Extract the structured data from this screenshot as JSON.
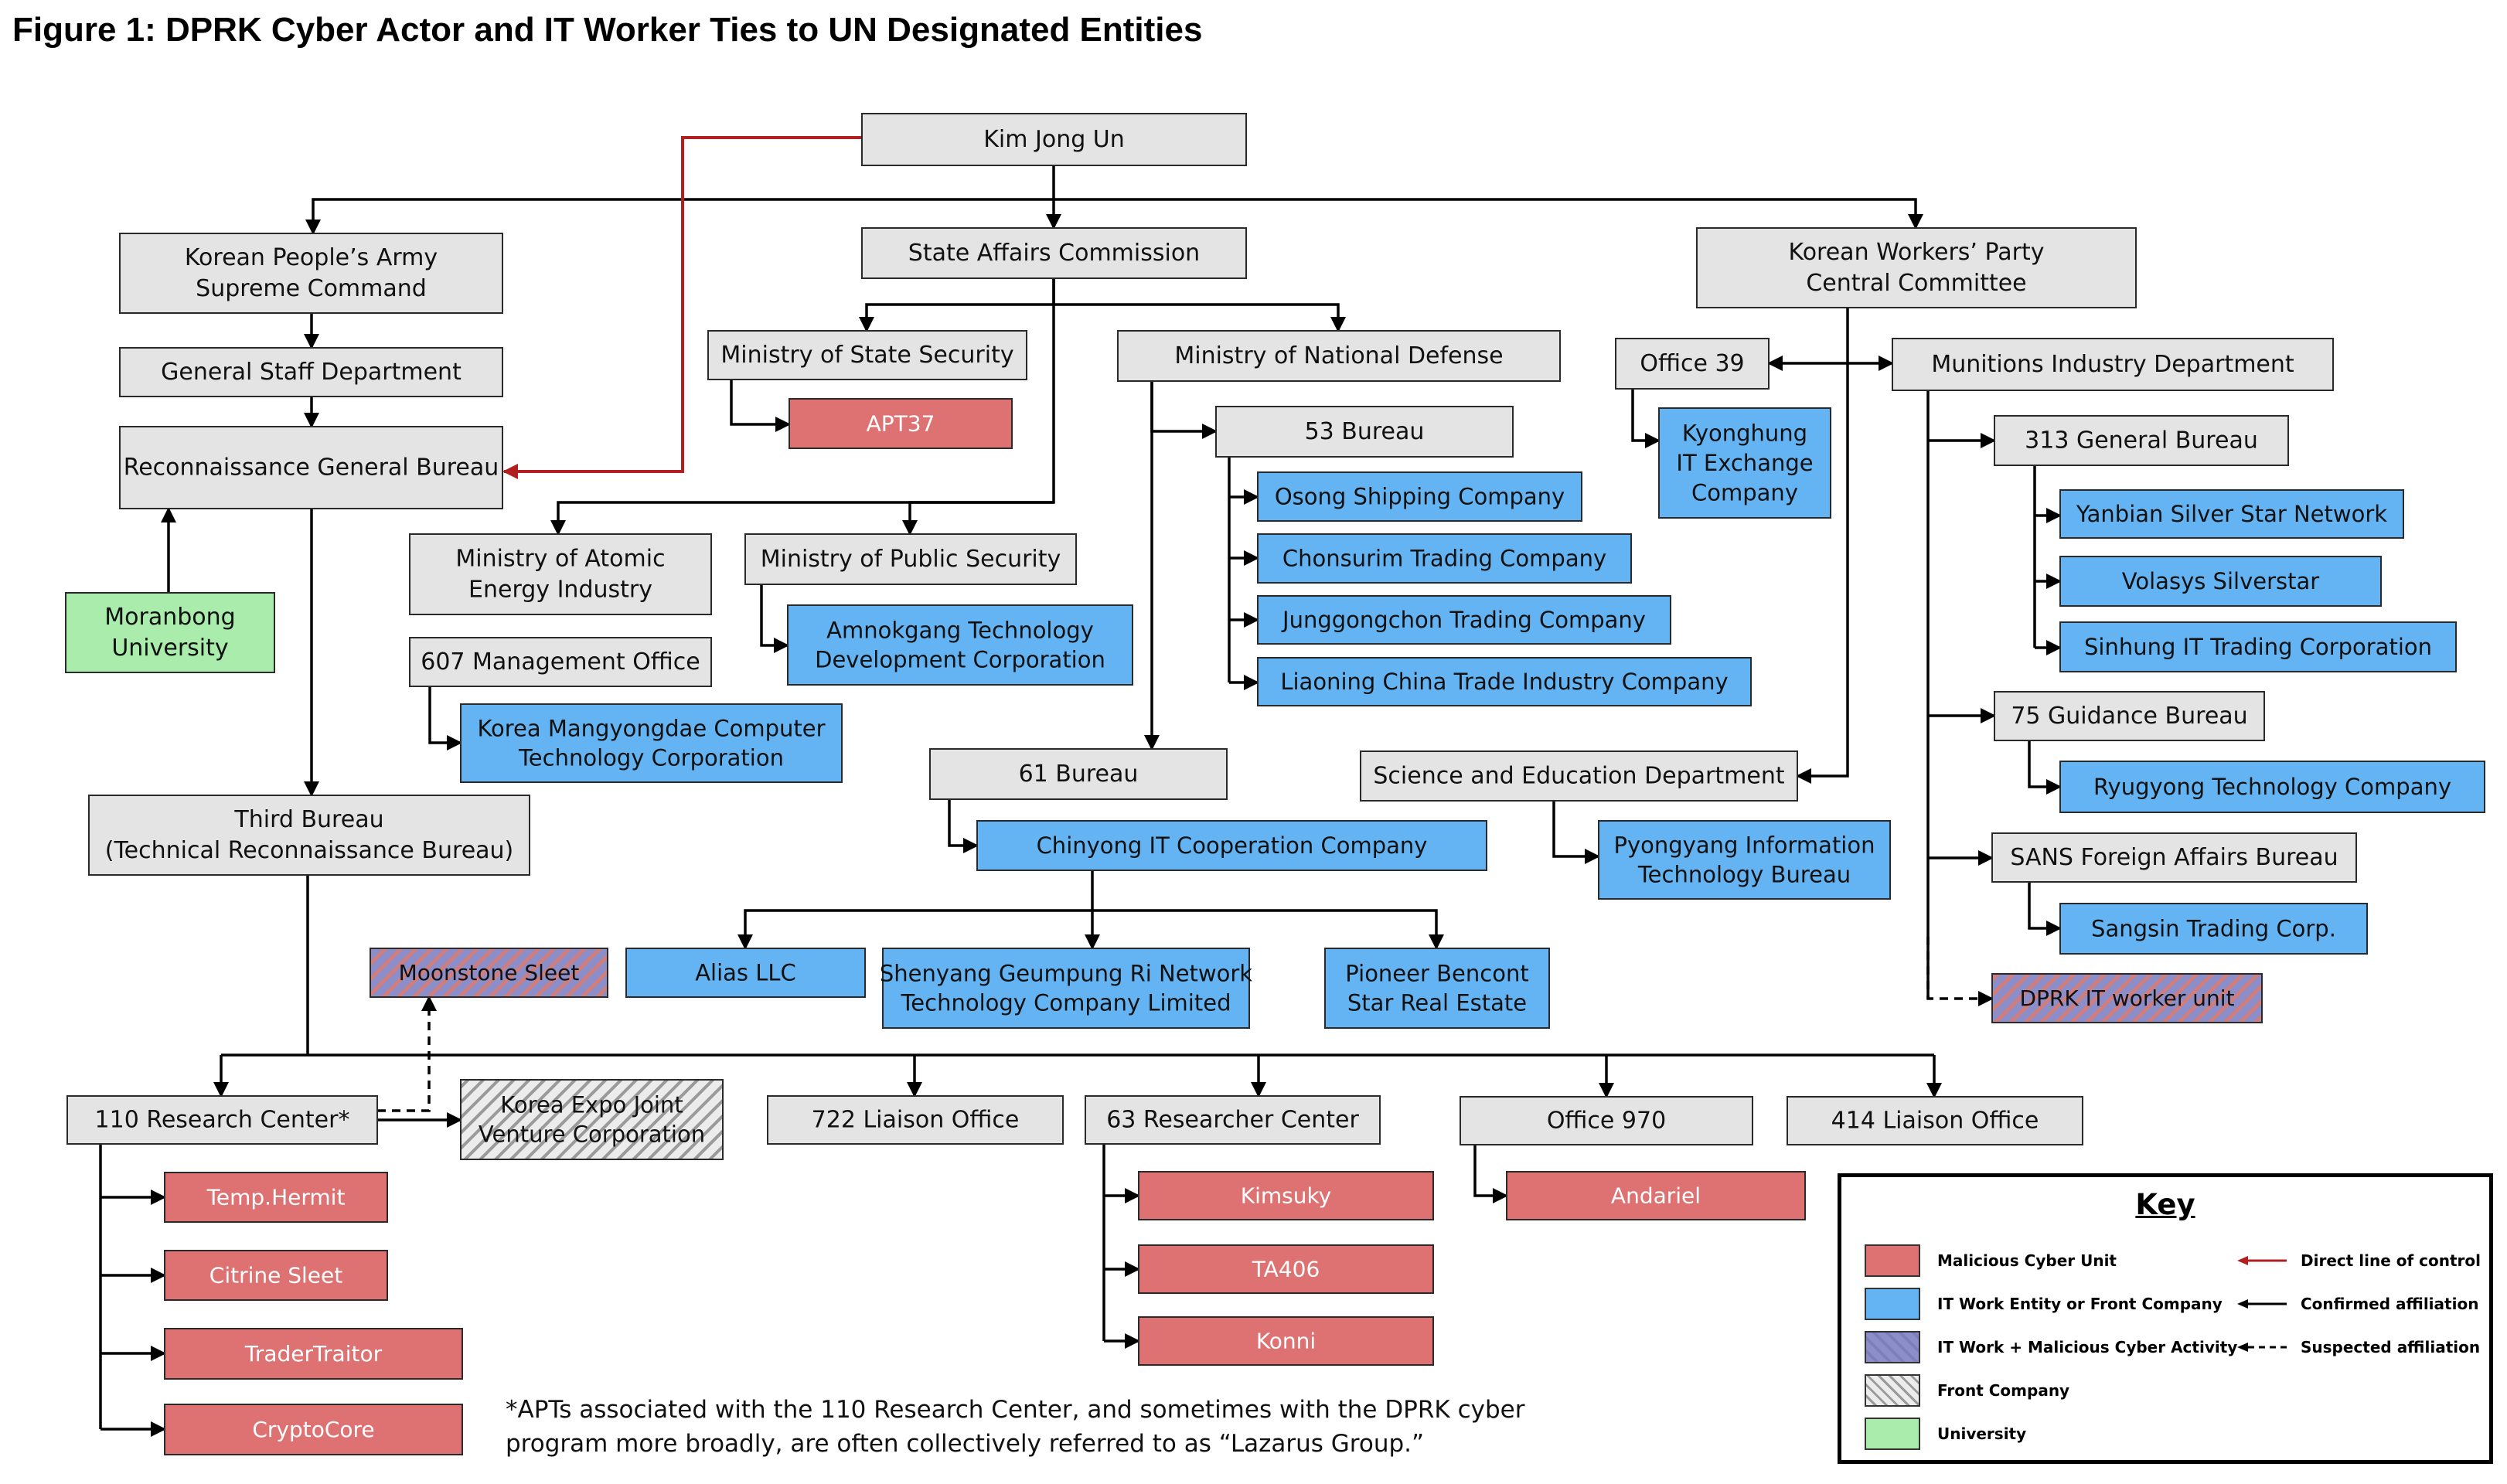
{
  "title": "Figure 1: DPRK Cyber Actor and IT Worker Ties to UN Designated Entities",
  "colors": {
    "government": "#e4e4e4",
    "malicious_cyber": "#de7272",
    "it_front": "#64b3f2",
    "it_plus_malicious": "#9a97c6",
    "front_company": "#d4d4d4",
    "university": "#a9ecac",
    "direct_control": "#b02020",
    "line": "#000000"
  },
  "nodes": [
    {
      "id": "kim",
      "type": "gov",
      "lines": [
        "Kim Jong Un"
      ]
    },
    {
      "id": "kpa",
      "type": "gov",
      "lines": [
        "Korean People’s Army",
        "Supreme Command"
      ]
    },
    {
      "id": "sac",
      "type": "gov",
      "lines": [
        "State Affairs Commission"
      ]
    },
    {
      "id": "kwp",
      "type": "gov",
      "lines": [
        "Korean Workers’ Party",
        "Central Committee"
      ]
    },
    {
      "id": "gsd",
      "type": "gov",
      "lines": [
        "General Staff Department"
      ]
    },
    {
      "id": "mss",
      "type": "gov",
      "lines": [
        "Ministry of State Security"
      ]
    },
    {
      "id": "mnd",
      "type": "gov",
      "lines": [
        "Ministry of National Defense"
      ]
    },
    {
      "id": "o39",
      "type": "gov",
      "lines": [
        "Office 39"
      ]
    },
    {
      "id": "mid",
      "type": "gov",
      "lines": [
        "Munitions Industry Department"
      ]
    },
    {
      "id": "rgb",
      "type": "gov",
      "lines": [
        "Reconnaissance General Bureau"
      ]
    },
    {
      "id": "apt37",
      "type": "mal",
      "lines": [
        "APT37"
      ]
    },
    {
      "id": "b53",
      "type": "gov",
      "lines": [
        "53 Bureau"
      ]
    },
    {
      "id": "kyong",
      "type": "it",
      "lines": [
        "Kyonghung",
        "IT Exchange",
        "Company"
      ]
    },
    {
      "id": "b313",
      "type": "gov",
      "lines": [
        "313 General Bureau"
      ]
    },
    {
      "id": "osong",
      "type": "it",
      "lines": [
        "Osong Shipping Company"
      ]
    },
    {
      "id": "yanbian",
      "type": "it",
      "lines": [
        "Yanbian Silver Star Network"
      ]
    },
    {
      "id": "maei",
      "type": "gov",
      "lines": [
        "Ministry of Atomic",
        "Energy Industry"
      ]
    },
    {
      "id": "mps",
      "type": "gov",
      "lines": [
        "Ministry of Public Security"
      ]
    },
    {
      "id": "chonsurim",
      "type": "it",
      "lines": [
        "Chonsurim Trading Company"
      ]
    },
    {
      "id": "volasys",
      "type": "it",
      "lines": [
        "Volasys Silverstar"
      ]
    },
    {
      "id": "moranbong",
      "type": "uni",
      "lines": [
        "Moranbong",
        "University"
      ]
    },
    {
      "id": "amnok",
      "type": "it",
      "lines": [
        "Amnokgang Technology",
        "Development Corporation"
      ]
    },
    {
      "id": "jung",
      "type": "it",
      "lines": [
        "Junggongchon Trading Company"
      ]
    },
    {
      "id": "sinhung",
      "type": "it",
      "lines": [
        "Sinhung IT Trading Corporation"
      ]
    },
    {
      "id": "m607",
      "type": "gov",
      "lines": [
        "607 Management Office"
      ]
    },
    {
      "id": "liaoning",
      "type": "it",
      "lines": [
        "Liaoning China Trade Industry Company"
      ]
    },
    {
      "id": "mangyong",
      "type": "it",
      "lines": [
        "Korea Mangyongdae Computer",
        "Technology Corporation"
      ]
    },
    {
      "id": "g75",
      "type": "gov",
      "lines": [
        "75 Guidance Bureau"
      ]
    },
    {
      "id": "b61",
      "type": "gov",
      "lines": [
        "61 Bureau"
      ]
    },
    {
      "id": "sed",
      "type": "gov",
      "lines": [
        "Science and Education Department"
      ]
    },
    {
      "id": "ryugyong",
      "type": "it",
      "lines": [
        "Ryugyong Technology Company"
      ]
    },
    {
      "id": "third",
      "type": "gov",
      "lines": [
        "Third Bureau",
        "(Technical Reconnaissance Bureau)"
      ]
    },
    {
      "id": "chinyong",
      "type": "it",
      "lines": [
        "Chinyong IT Cooperation Company"
      ]
    },
    {
      "id": "pyit",
      "type": "it",
      "lines": [
        "Pyongyang Information",
        "Technology Bureau"
      ]
    },
    {
      "id": "sans",
      "type": "gov",
      "lines": [
        "SANS Foreign Affairs Bureau"
      ]
    },
    {
      "id": "sangsin",
      "type": "it",
      "lines": [
        "Sangsin Trading Corp."
      ]
    },
    {
      "id": "moonstone",
      "type": "mix",
      "lines": [
        "Moonstone Sleet"
      ]
    },
    {
      "id": "alias",
      "type": "it",
      "lines": [
        "Alias LLC"
      ]
    },
    {
      "id": "shenyang",
      "type": "it",
      "lines": [
        "Shenyang Geumpung Ri Network",
        "Technology Company Limited"
      ]
    },
    {
      "id": "pioneer",
      "type": "it",
      "lines": [
        "Pioneer Bencont",
        "Star Real Estate"
      ]
    },
    {
      "id": "itunit",
      "type": "mix",
      "lines": [
        "DPRK IT worker unit"
      ]
    },
    {
      "id": "r110",
      "type": "gov",
      "lines": [
        "110 Research Center*"
      ]
    },
    {
      "id": "expo",
      "type": "front",
      "lines": [
        "Korea Expo Joint",
        "Venture Corporation"
      ]
    },
    {
      "id": "l722",
      "type": "gov",
      "lines": [
        "722 Liaison Office"
      ]
    },
    {
      "id": "r63",
      "type": "gov",
      "lines": [
        "63 Researcher Center"
      ]
    },
    {
      "id": "o970",
      "type": "gov",
      "lines": [
        "Office 970"
      ]
    },
    {
      "id": "l414",
      "type": "gov",
      "lines": [
        "414 Liaison Office"
      ]
    },
    {
      "id": "kimsuky",
      "type": "mal",
      "lines": [
        "Kimsuky"
      ]
    },
    {
      "id": "andariel",
      "type": "mal",
      "lines": [
        "Andariel"
      ]
    },
    {
      "id": "temphermit",
      "type": "mal",
      "lines": [
        "Temp.Hermit"
      ]
    },
    {
      "id": "ta406",
      "type": "mal",
      "lines": [
        "TA406"
      ]
    },
    {
      "id": "citrine",
      "type": "mal",
      "lines": [
        "Citrine Sleet"
      ]
    },
    {
      "id": "konni",
      "type": "mal",
      "lines": [
        "Konni"
      ]
    },
    {
      "id": "trader",
      "type": "mal",
      "lines": [
        "TraderTraitor"
      ]
    },
    {
      "id": "crypto",
      "type": "mal",
      "lines": [
        "CryptoCore"
      ]
    }
  ],
  "footnote_lines": [
    "*APTs associated with the 110 Research Center, and sometimes with the DPRK cyber",
    "program more broadly, are often collectively referred to as “Lazarus Group.”"
  ],
  "key": {
    "title": "Key",
    "swatches": [
      {
        "label": "Malicious Cyber Unit",
        "type": "mal"
      },
      {
        "label": "IT Work Entity or Front Company",
        "type": "it"
      },
      {
        "label": "IT Work + Malicious Cyber Activity",
        "type": "mix"
      },
      {
        "label": "Front Company",
        "type": "front"
      },
      {
        "label": "University",
        "type": "uni"
      }
    ],
    "lines": [
      {
        "label": "Direct line of control",
        "style": "direct"
      },
      {
        "label": "Confirmed affiliation",
        "style": "confirmed"
      },
      {
        "label": "Suspected affiliation",
        "style": "suspected"
      }
    ]
  }
}
